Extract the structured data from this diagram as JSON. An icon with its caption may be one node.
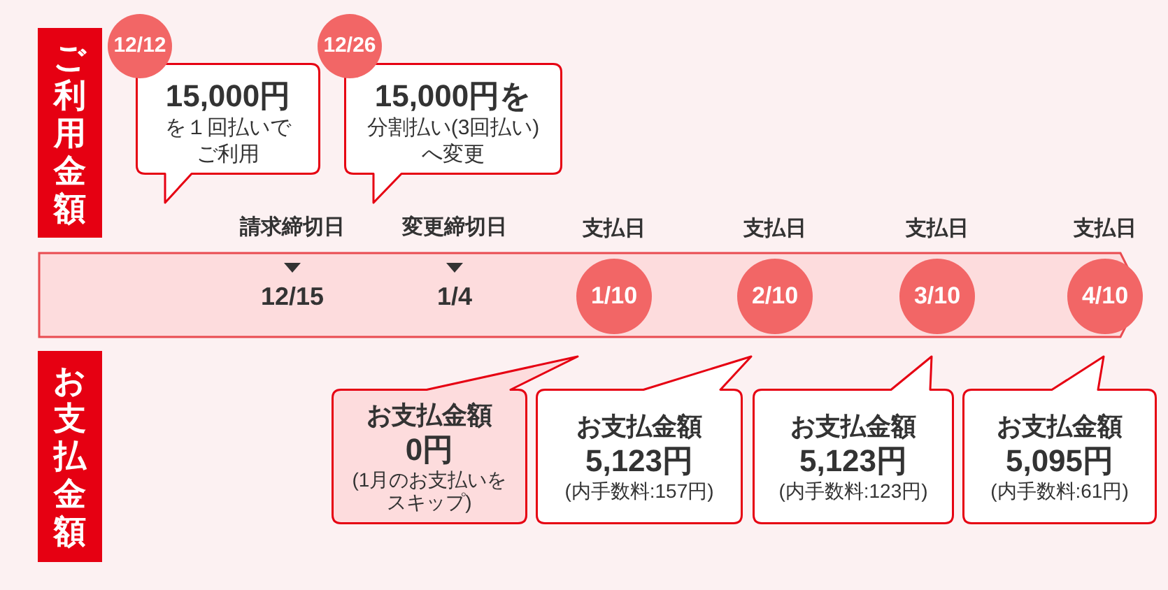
{
  "diagram": {
    "nodes": [
      {
        "text": [
          "ご利用金額"
        ]
      },
      {
        "text": [
          "12/12"
        ]
      },
      {
        "text": [
          "15,000円",
          "を１回払いでご利用"
        ]
      },
      {
        "text": [
          "12/26"
        ]
      },
      {
        "text": [
          "15,000円を",
          "分割払い(3回払い)へ変更"
        ]
      },
      {
        "text": [],
        "shape": "bar"
      },
      {
        "text": [
          "1/10"
        ],
        "in": 5,
        "beside": [
          "支払日"
        ]
      },
      {
        "text": [
          "2/10"
        ],
        "in": 5,
        "beside": [
          "支払日"
        ]
      },
      {
        "text": [
          "3/10"
        ],
        "in": 5,
        "beside": [
          "支払日"
        ]
      },
      {
        "text": [
          "4/10"
        ],
        "in": 5,
        "beside": [
          "支払日"
        ]
      },
      {
        "text": [
          "お支払金額"
        ]
      },
      {
        "text": [
          "お支払金額",
          "0円",
          "(1月のお支払いをスキップ)"
        ]
      },
      {
        "text": [
          "お支払金額",
          "5,123円",
          "(内手数料:157円)"
        ]
      },
      {
        "text": [
          "お支払金額",
          "5,123円",
          "(内手数料:123円)"
        ]
      },
      {
        "text": [
          "お支払金額",
          "5,095円",
          "(内手数料:61円)"
        ]
      }
    ],
    "labels": [
      "請求締切日",
      "変更締切日",
      "12/15",
      "1/4"
    ]
  }
}
